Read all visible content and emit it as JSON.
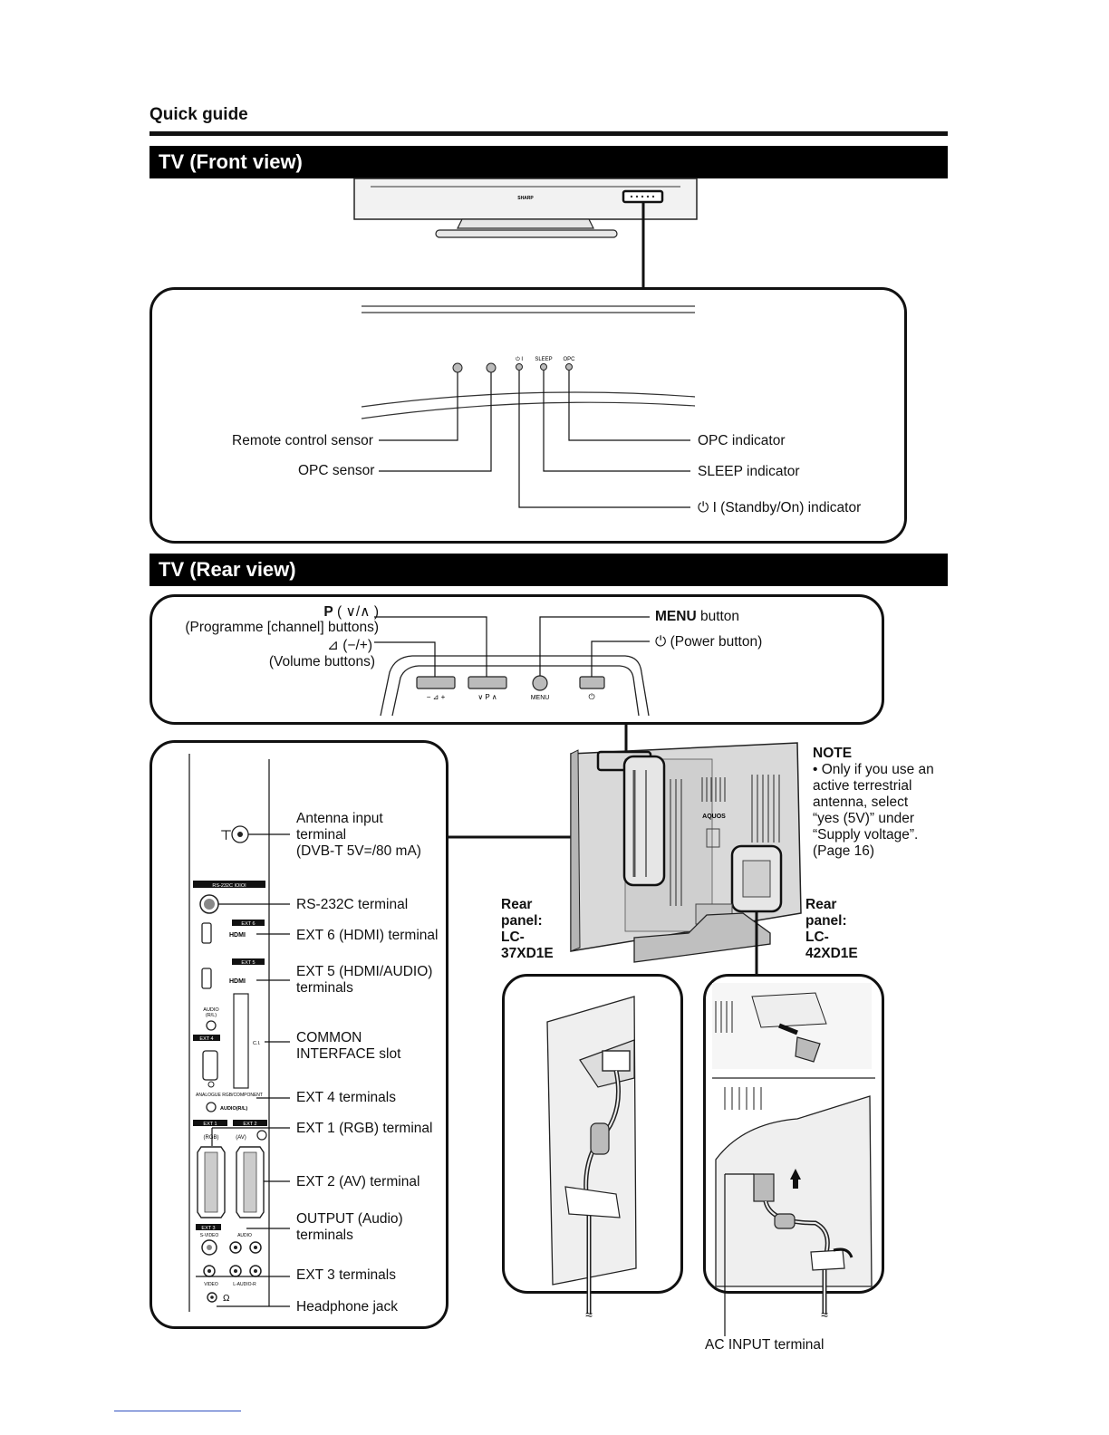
{
  "header": {
    "title": "Quick guide"
  },
  "front": {
    "banner": "TV (Front view)",
    "brand": "SHARP",
    "led_labels": {
      "power": "⏻ I",
      "sleep": "SLEEP",
      "opc": "OPC"
    },
    "callouts": {
      "remote_sensor": "Remote control sensor",
      "opc_sensor": "OPC sensor",
      "opc_indicator": "OPC indicator",
      "sleep_indicator": "SLEEP indicator",
      "standby_indicator": "⏻ I  (Standby/On) indicator"
    }
  },
  "rear": {
    "banner": "TV (Rear view)",
    "buttons": {
      "prog_title": "P",
      "prog_symbols": " ( ∨/∧ )",
      "prog_desc": "(Programme [channel] buttons)",
      "vol_title": "⊿ (−/+)",
      "vol_desc": "(Volume buttons)",
      "menu_title": "MENU",
      "menu_suffix": " button",
      "power_label": "⏻ (Power button)",
      "key_vol": "− ⊿ +",
      "key_prog": "∨ P ∧",
      "key_menu": "MENU",
      "key_power": "⏻"
    },
    "terminals": {
      "antenna": "Antenna input\nterminal\n(DVB-T 5V=/80 mA)",
      "rs232": "RS-232C terminal",
      "ext6": "EXT 6 (HDMI) terminal",
      "ext5": "EXT 5 (HDMI/AUDIO)\nterminals",
      "ci": "COMMON\nINTERFACE slot",
      "ext4": "EXT 4 terminals",
      "ext1": "EXT 1 (RGB) terminal",
      "ext2": "EXT 2 (AV) terminal",
      "output": "OUTPUT (Audio)\nterminals",
      "ext3": "EXT 3 terminals",
      "headphone": "Headphone jack"
    },
    "panel_text": {
      "rs232_tag": "RS-232C IOIOI",
      "ext6_tag": "EXT 6",
      "ext5_tag": "EXT 5",
      "hdmi": "HDMI",
      "audio_rl": "AUDIO\n(R/L)",
      "ext4_tag": "EXT 4",
      "ci": "C.I.",
      "analogue": "ANALOGUE RGB/COMPONENT",
      "audio_rl2": "AUDIO(R/L)",
      "ext1_tag": "EXT 1",
      "ext2_tag": "EXT 2",
      "rgb": "(RGB)",
      "av": "(AV)",
      "ext3_tag": "EXT 3",
      "svideo": "S-VIDEO",
      "audio_out": "AUDIO",
      "video": "VIDEO",
      "laudior": "L-AUDIO-R"
    },
    "note": {
      "title": "NOTE",
      "text": "• Only if you use an\n   active terrestrial\n   antenna, select\n   “yes (5V)” under\n   “Supply voltage”.\n   (Page 16)"
    },
    "brand_rear": "AQUOS",
    "left_model": "Rear\npanel:\nLC-\n37XD1E",
    "right_model": "Rear\npanel:\nLC-\n42XD1E",
    "ac_input": "AC INPUT terminal"
  }
}
